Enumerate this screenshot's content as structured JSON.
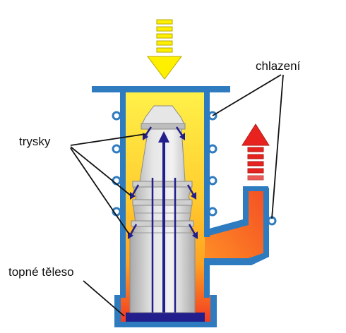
{
  "labels": {
    "cooling": "chlazení",
    "nozzles": "trysky",
    "heating_element": "topné těleso"
  },
  "colors": {
    "wall_blue": "#2e7bbf",
    "hot_red": "#f23a22",
    "warm_orange": "#ffa321",
    "cool_yellow": "#fff24a",
    "inlet_arrow_yellow": "#fff000",
    "outlet_arrow_red": "#e8231f",
    "flow_arrow_navy": "#221f8c",
    "nozzle_grey": "#c9c9c9"
  }
}
